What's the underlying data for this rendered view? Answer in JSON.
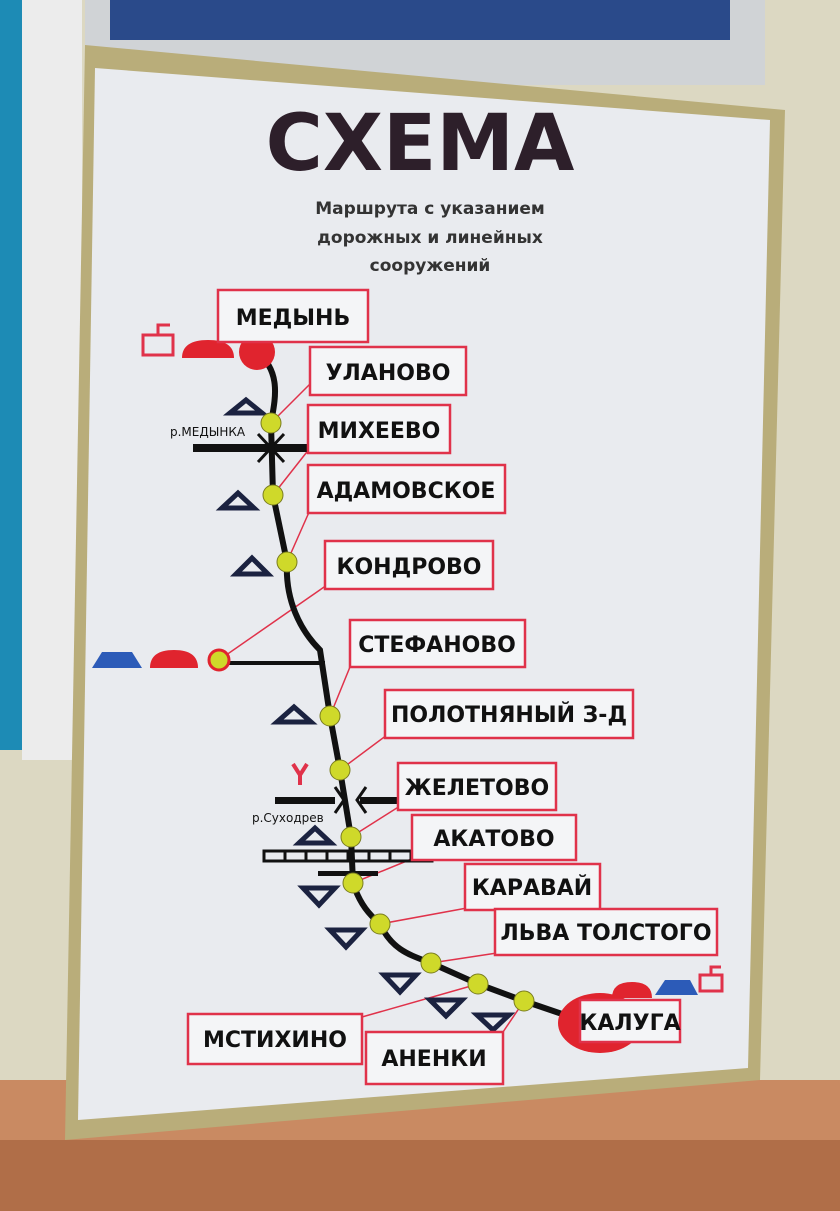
{
  "poster": {
    "title": "СХЕМА",
    "subtitle_lines": [
      "Маршрута с указанием",
      "дорожных и линейных",
      "сооружений"
    ]
  },
  "rivers": [
    "р.МЕДЫНКА",
    "р.Суходрев"
  ],
  "stations": {
    "start": "МЕДЫНЬ",
    "end": "КАЛУГА",
    "intermediate": [
      "УЛАНОВО",
      "МИХЕЕВО",
      "АДАМОВСКОЕ",
      "КОНДРОВО",
      "СТЕФАНОВО",
      "ПОЛОТНЯНЫЙ З-Д",
      "ЖЕЛЕТОВО",
      "АКАТОВО",
      "КАРАВАЙ",
      "ЛЬВА ТОЛСТОГО",
      "МСТИХИНО",
      "АНЕНКИ"
    ]
  },
  "colors": {
    "accent_red": "#e0324a",
    "station_dot": "#cfd92a",
    "track": "#111111",
    "blue": "#2c5bb8",
    "navy": "#1b2240"
  }
}
